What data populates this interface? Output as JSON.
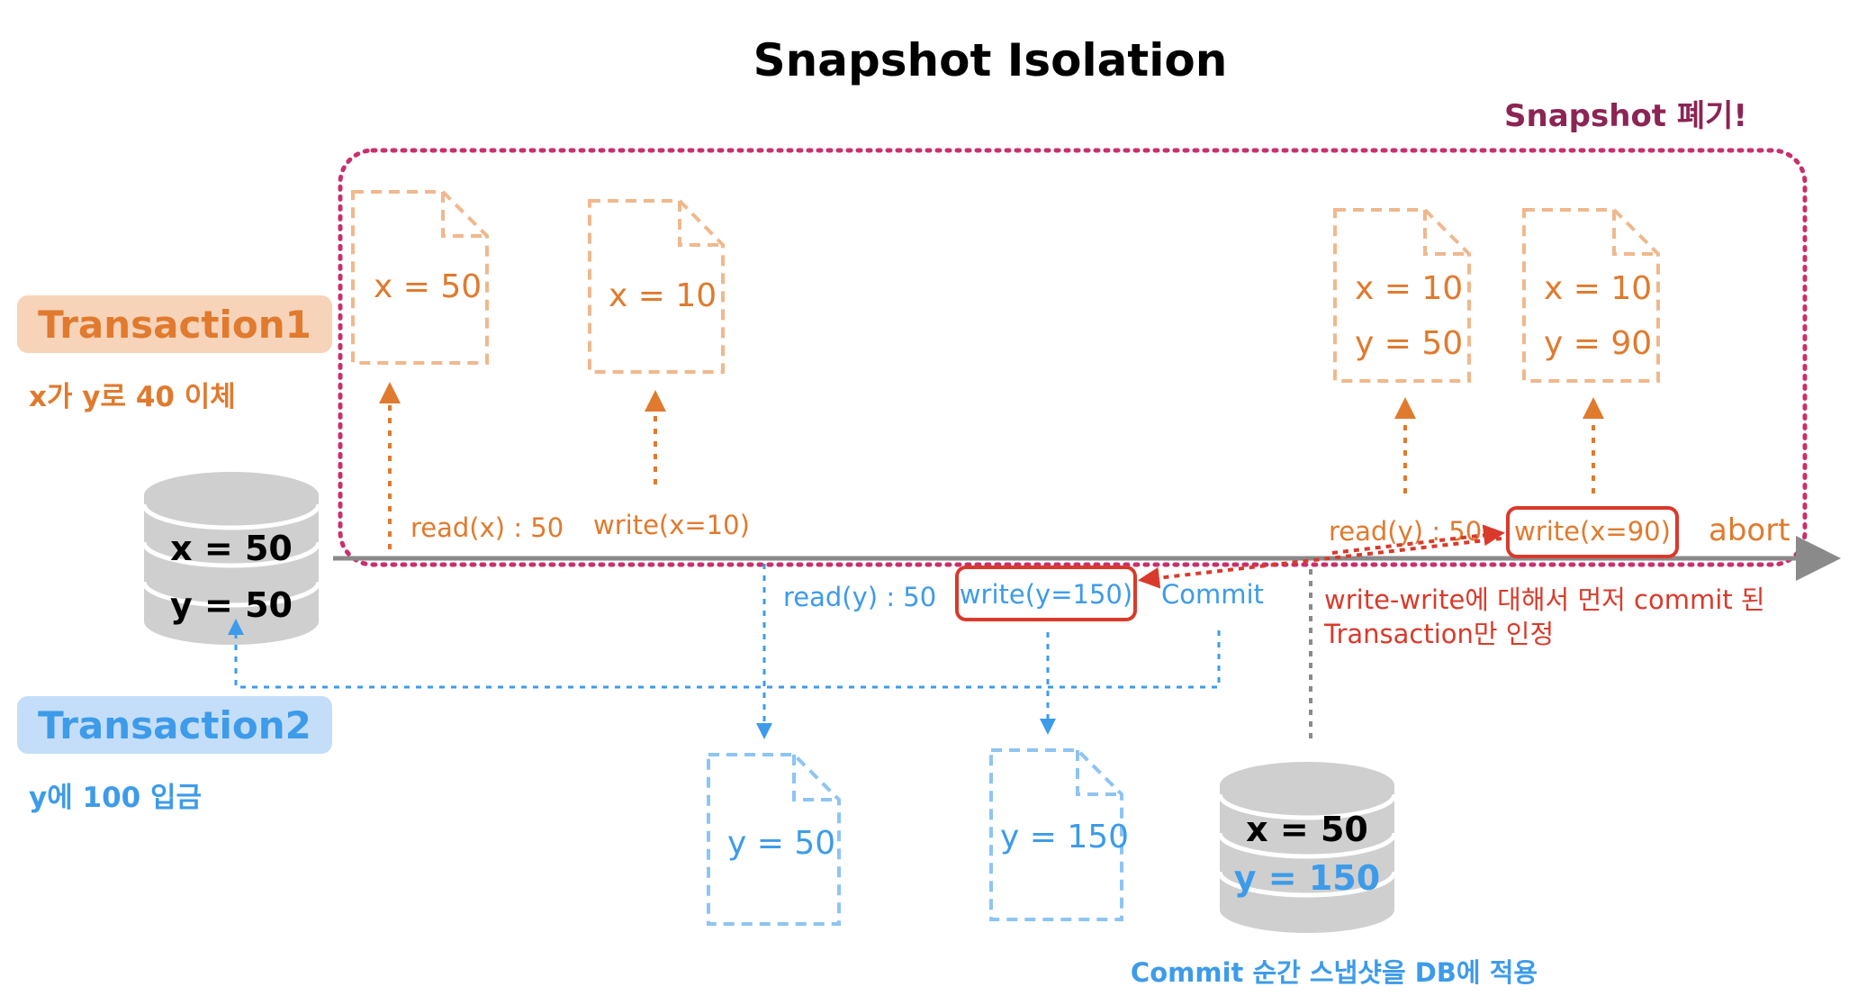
{
  "title": "Snapshot Isolation",
  "snapshot_discard_label": "Snapshot 폐기!",
  "colors": {
    "tx1": "#e07a2e",
    "tx1_light": "#f0b88d",
    "tx1_bg": "#f7d3b9",
    "tx2": "#3d9be9",
    "tx2_light": "#8ec4f2",
    "tx2_bg": "#c4def9",
    "conflict": "#d93a2b",
    "snapshot_border": "#c8306d",
    "snapshot_label": "#8c2454",
    "timeline": "#8a8a8a",
    "db": "#cfcfcf",
    "db_edge": "#ffffff"
  },
  "transaction1": {
    "label": "Transaction1",
    "description": "x가 y로 40 이체",
    "snapshots": [
      {
        "lines": [
          "x = 50"
        ]
      },
      {
        "lines": [
          "x = 10"
        ]
      },
      {
        "lines": [
          "x = 10",
          "y = 50"
        ]
      },
      {
        "lines": [
          "x = 10",
          "y = 90"
        ]
      }
    ],
    "operations": [
      "read(x) : 50",
      "write(x=10)",
      "read(y) : 50",
      "write(x=90)"
    ],
    "abort_label": "abort"
  },
  "transaction2": {
    "label": "Transaction2",
    "description": "y에 100 입금",
    "snapshots": [
      {
        "lines": [
          "y = 50"
        ]
      },
      {
        "lines": [
          "y = 150"
        ]
      }
    ],
    "operations": [
      "read(y) : 50",
      "write(y=150)"
    ],
    "commit_label": "Commit"
  },
  "conflict_note": [
    "write-write에 대해서 먼저 commit 된",
    "Transaction만 인정"
  ],
  "db_initial": {
    "x": "x = 50",
    "y": "y = 50"
  },
  "db_final": {
    "x": "x = 50",
    "y": "y = 150"
  },
  "commit_note": "Commit 순간 스냅샷을 DB에 적용",
  "icons": [
    "document-icon",
    "database-icon",
    "arrow-icon"
  ]
}
